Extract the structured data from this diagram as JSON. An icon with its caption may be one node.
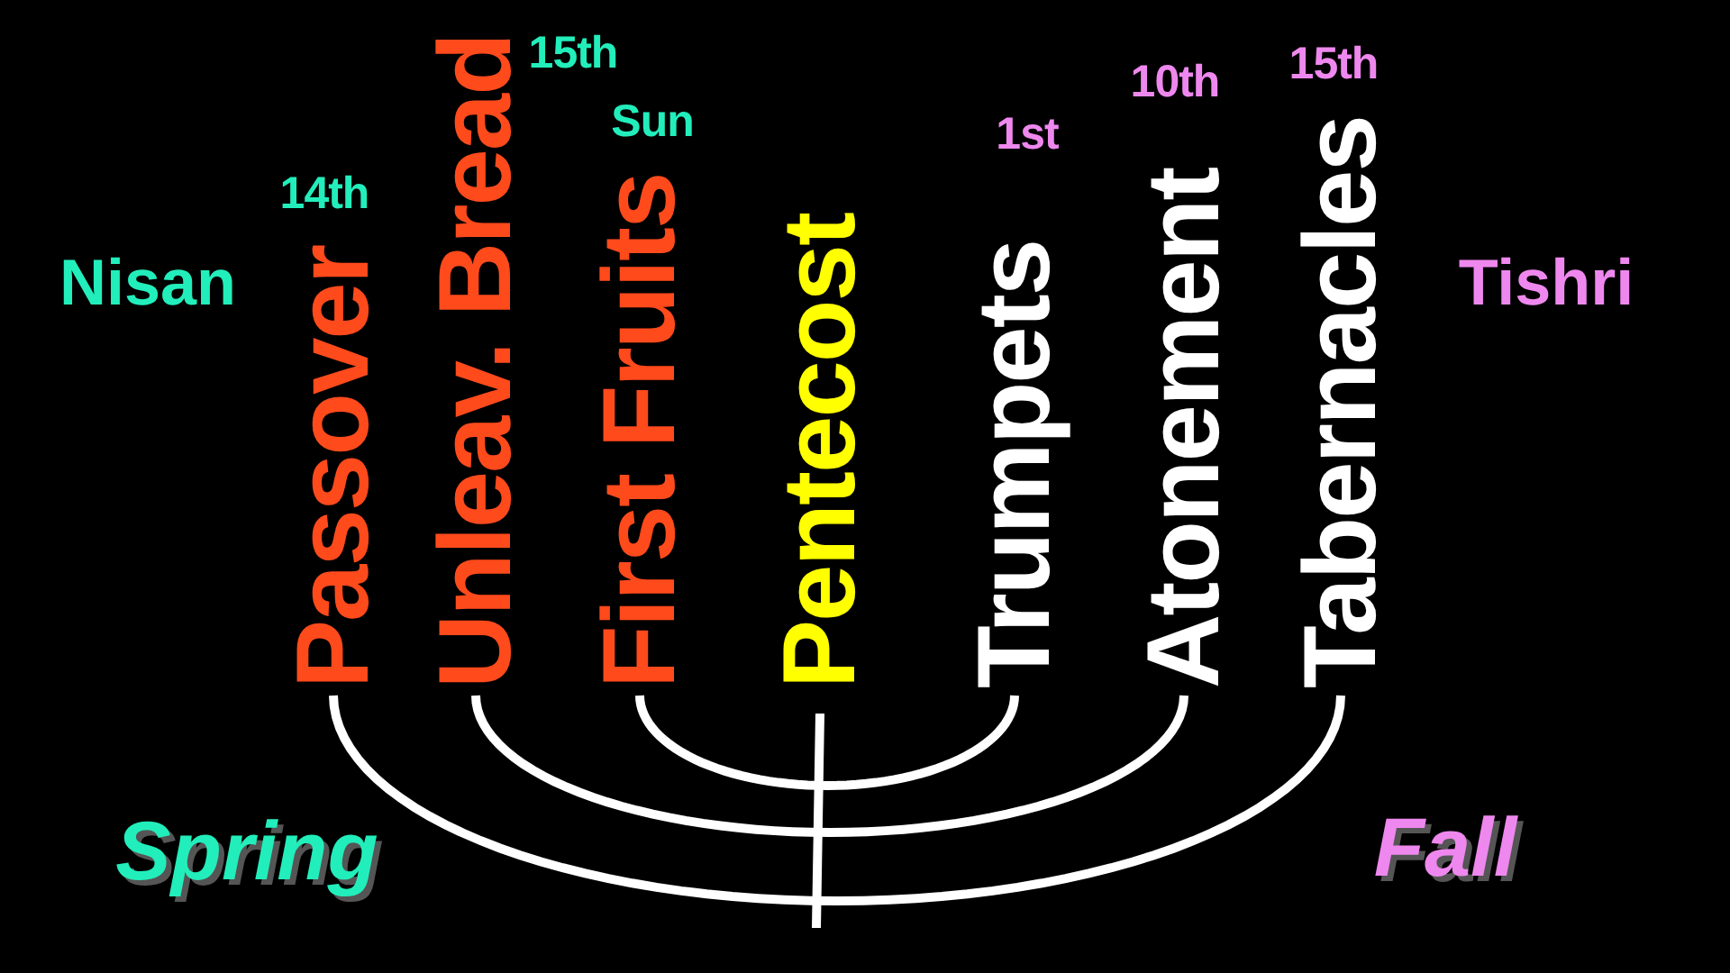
{
  "diagram": {
    "nodes": [
      {
        "text": [
          "Passover"
        ],
        "beside": [
          "14th"
        ]
      },
      {
        "text": [
          "Unleav. Bread"
        ],
        "beside": [
          "15th"
        ]
      },
      {
        "text": [
          "First Fruits"
        ],
        "beside": [
          "Sun"
        ]
      },
      {
        "text": [
          "Pentecost"
        ]
      },
      {
        "text": [
          "Trumpets"
        ],
        "beside": [
          "1st"
        ]
      },
      {
        "text": [
          "Atonement"
        ],
        "beside": [
          "10th"
        ]
      },
      {
        "text": [
          "Tabernacles"
        ],
        "beside": [
          "15th"
        ]
      }
    ],
    "edges": [
      {
        "from": 0,
        "to": 6,
        "arrow": "none"
      },
      {
        "from": 1,
        "to": 5,
        "arrow": "none"
      },
      {
        "from": 2,
        "to": 4,
        "arrow": "none"
      },
      {
        "from": 3,
        "to": null,
        "arrow": "none"
      }
    ],
    "labels": [
      "Nisan",
      "Tishri",
      "Spring",
      "Fall"
    ]
  }
}
